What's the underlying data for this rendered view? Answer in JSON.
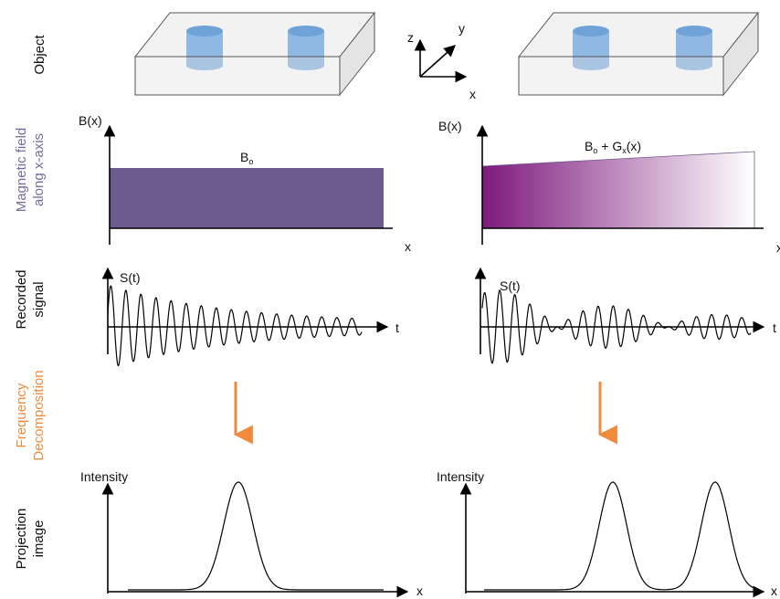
{
  "row_labels": {
    "object": "Object",
    "magnetic_line1": "Magnetic field",
    "magnetic_line2": "along x-axis",
    "recorded_line1": "Recorded",
    "recorded_line2": "signal",
    "frequency_line1": "Frequency",
    "frequency_line2": "Decomposition",
    "projection_line1": "Projection",
    "projection_line2": "image"
  },
  "axes_glyph": {
    "z": "z",
    "y": "y",
    "x": "x"
  },
  "field_panels": {
    "y_label": "B(x)",
    "x_label": "x",
    "left_b": "B",
    "left_sub": "o",
    "right_b": "B",
    "right_sub": "o",
    "right_plus": " + G",
    "right_gsub": "x",
    "right_tail": "(x)"
  },
  "signal_panels": {
    "y_label": "S(t)",
    "x_label": "t"
  },
  "projection_panels": {
    "y_label": "Intensity",
    "x_label": "x"
  },
  "colors": {
    "field_uniform": "#6e5b8e",
    "field_gradient_start": "#7d1a7d",
    "field_gradient_end": "#ffffff",
    "cylinder": "#8fb8e3",
    "cylinder_top": "#6fa3d8",
    "magnetic_label": "#7a6a9e",
    "frequency_label": "#f08a3c",
    "arrow": "#f08a3c"
  },
  "icons": {
    "object_box": "translucent-box-with-two-cylinders",
    "axes": "xyz-axes-icon",
    "arrow": "down-arrow-icon"
  }
}
